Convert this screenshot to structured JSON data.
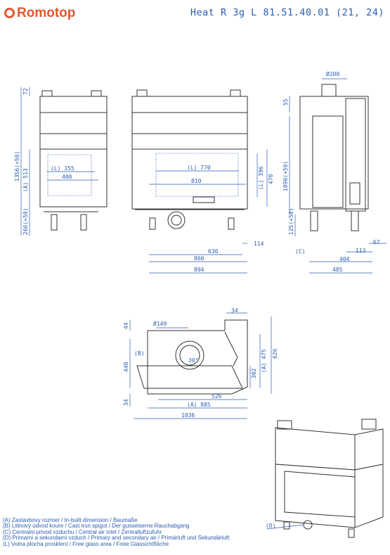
{
  "header": {
    "brand": "Romotop",
    "model": "Heat R 3g L 81.51.40.01 (21, 24)",
    "brand_color": "#e4572e",
    "drawing_color": "#2a5db0"
  },
  "front_view": {
    "top": "72",
    "total_height": "1356(+50)",
    "glass_height": "(A) 513",
    "base": "266(+50)",
    "glass_width": "(L) 355",
    "inner_width": "400"
  },
  "side_view": {
    "glass_width": "(L) 770",
    "inner_width": "810",
    "glass_height": "(L) 396",
    "inner_height": "470",
    "w114": "114",
    "w630": "630",
    "w860": "860",
    "w894": "894"
  },
  "back_view": {
    "flue": "Ø200",
    "h55": "55",
    "h1090": "1090(+50)",
    "h125": "125(+50)",
    "c_label": "(C)",
    "w67": "67",
    "w113": "113",
    "w404": "404",
    "w485": "485"
  },
  "top_view": {
    "flue": "Ø149",
    "b_label": "(B)",
    "h44": "44",
    "h440": "440",
    "h34l": "34",
    "w34": "34",
    "h302": "302",
    "h475": "(A) 475",
    "h626": "626",
    "w526": "526",
    "w885": "(A) 885",
    "w1036": "1036",
    "angle": "30°"
  },
  "iso_view": {
    "d_label": "(D)"
  },
  "legend": [
    "(A)  Zastavbovy rozmer / In-built dimension / Baumaße",
    "(B)  Litinový odvod koure / Cast iron spigot / Der gusseiserne Rauchabgang",
    "(C)  Centralni privod vzduchu / Central air inlet / Zentralluftzufuhr",
    "(D)  Primarni a sekundarni vzduch / Primary and secondary air / Primärluft und Sekundärluft",
    "(L)  Volna plocha prosklení / Free glass area / Freie Glassichtfläche"
  ]
}
